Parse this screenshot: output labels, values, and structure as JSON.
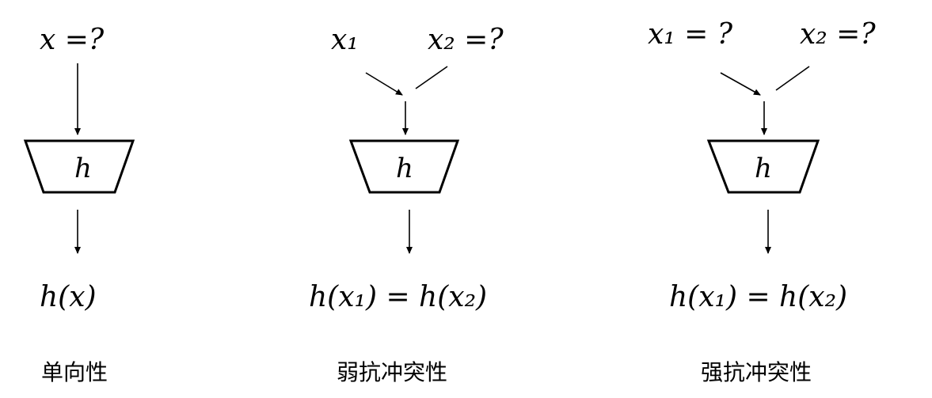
{
  "panels": [
    {
      "inputs": [
        "x =?"
      ],
      "function": "h",
      "output": "h(x)",
      "label": "单向性"
    },
    {
      "inputs": [
        "x₁",
        "x₂ =?"
      ],
      "function": "h",
      "output": "h(x₁) = h(x₂)",
      "label": "弱抗冲突性"
    },
    {
      "inputs": [
        "x₁ = ?",
        "x₂ =?"
      ],
      "function": "h",
      "output": "h(x₁) = h(x₂)",
      "label": "强抗冲突性"
    }
  ]
}
